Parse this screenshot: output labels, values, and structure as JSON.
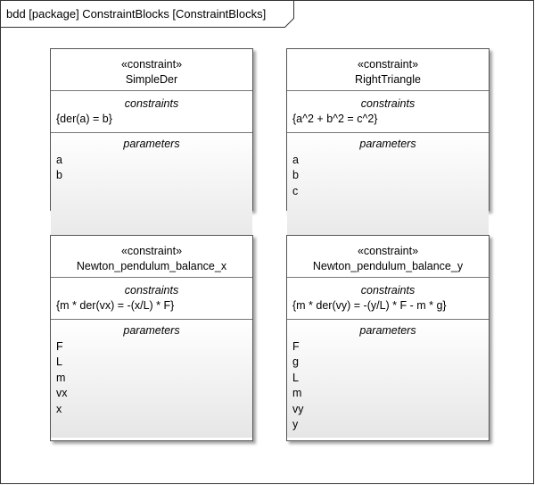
{
  "frame": {
    "label": "bdd  [package] ConstraintBlocks [ConstraintBlocks]"
  },
  "blocks": [
    {
      "stereotype": "«constraint»",
      "name": "SimpleDer",
      "constraints_title": "constraints",
      "constraint": "{der(a) = b}",
      "parameters_title": "parameters",
      "parameters": [
        "a",
        "b"
      ]
    },
    {
      "stereotype": "«constraint»",
      "name": "RightTriangle",
      "constraints_title": "constraints",
      "constraint": "{a^2 + b^2 = c^2}",
      "parameters_title": "parameters",
      "parameters": [
        "a",
        "b",
        "c"
      ]
    },
    {
      "stereotype": "«constraint»",
      "name": "Newton_pendulum_balance_x",
      "constraints_title": "constraints",
      "constraint": "{m * der(vx) = -(x/L) * F}",
      "parameters_title": "parameters",
      "parameters": [
        "F",
        "L",
        "m",
        "vx",
        "x"
      ]
    },
    {
      "stereotype": "«constraint»",
      "name": "Newton_pendulum_balance_y",
      "constraints_title": "constraints",
      "constraint": "{m * der(vy) = -(y/L) * F - m * g}",
      "parameters_title": "parameters",
      "parameters": [
        "F",
        "g",
        "L",
        "m",
        "vy",
        "y"
      ]
    }
  ]
}
